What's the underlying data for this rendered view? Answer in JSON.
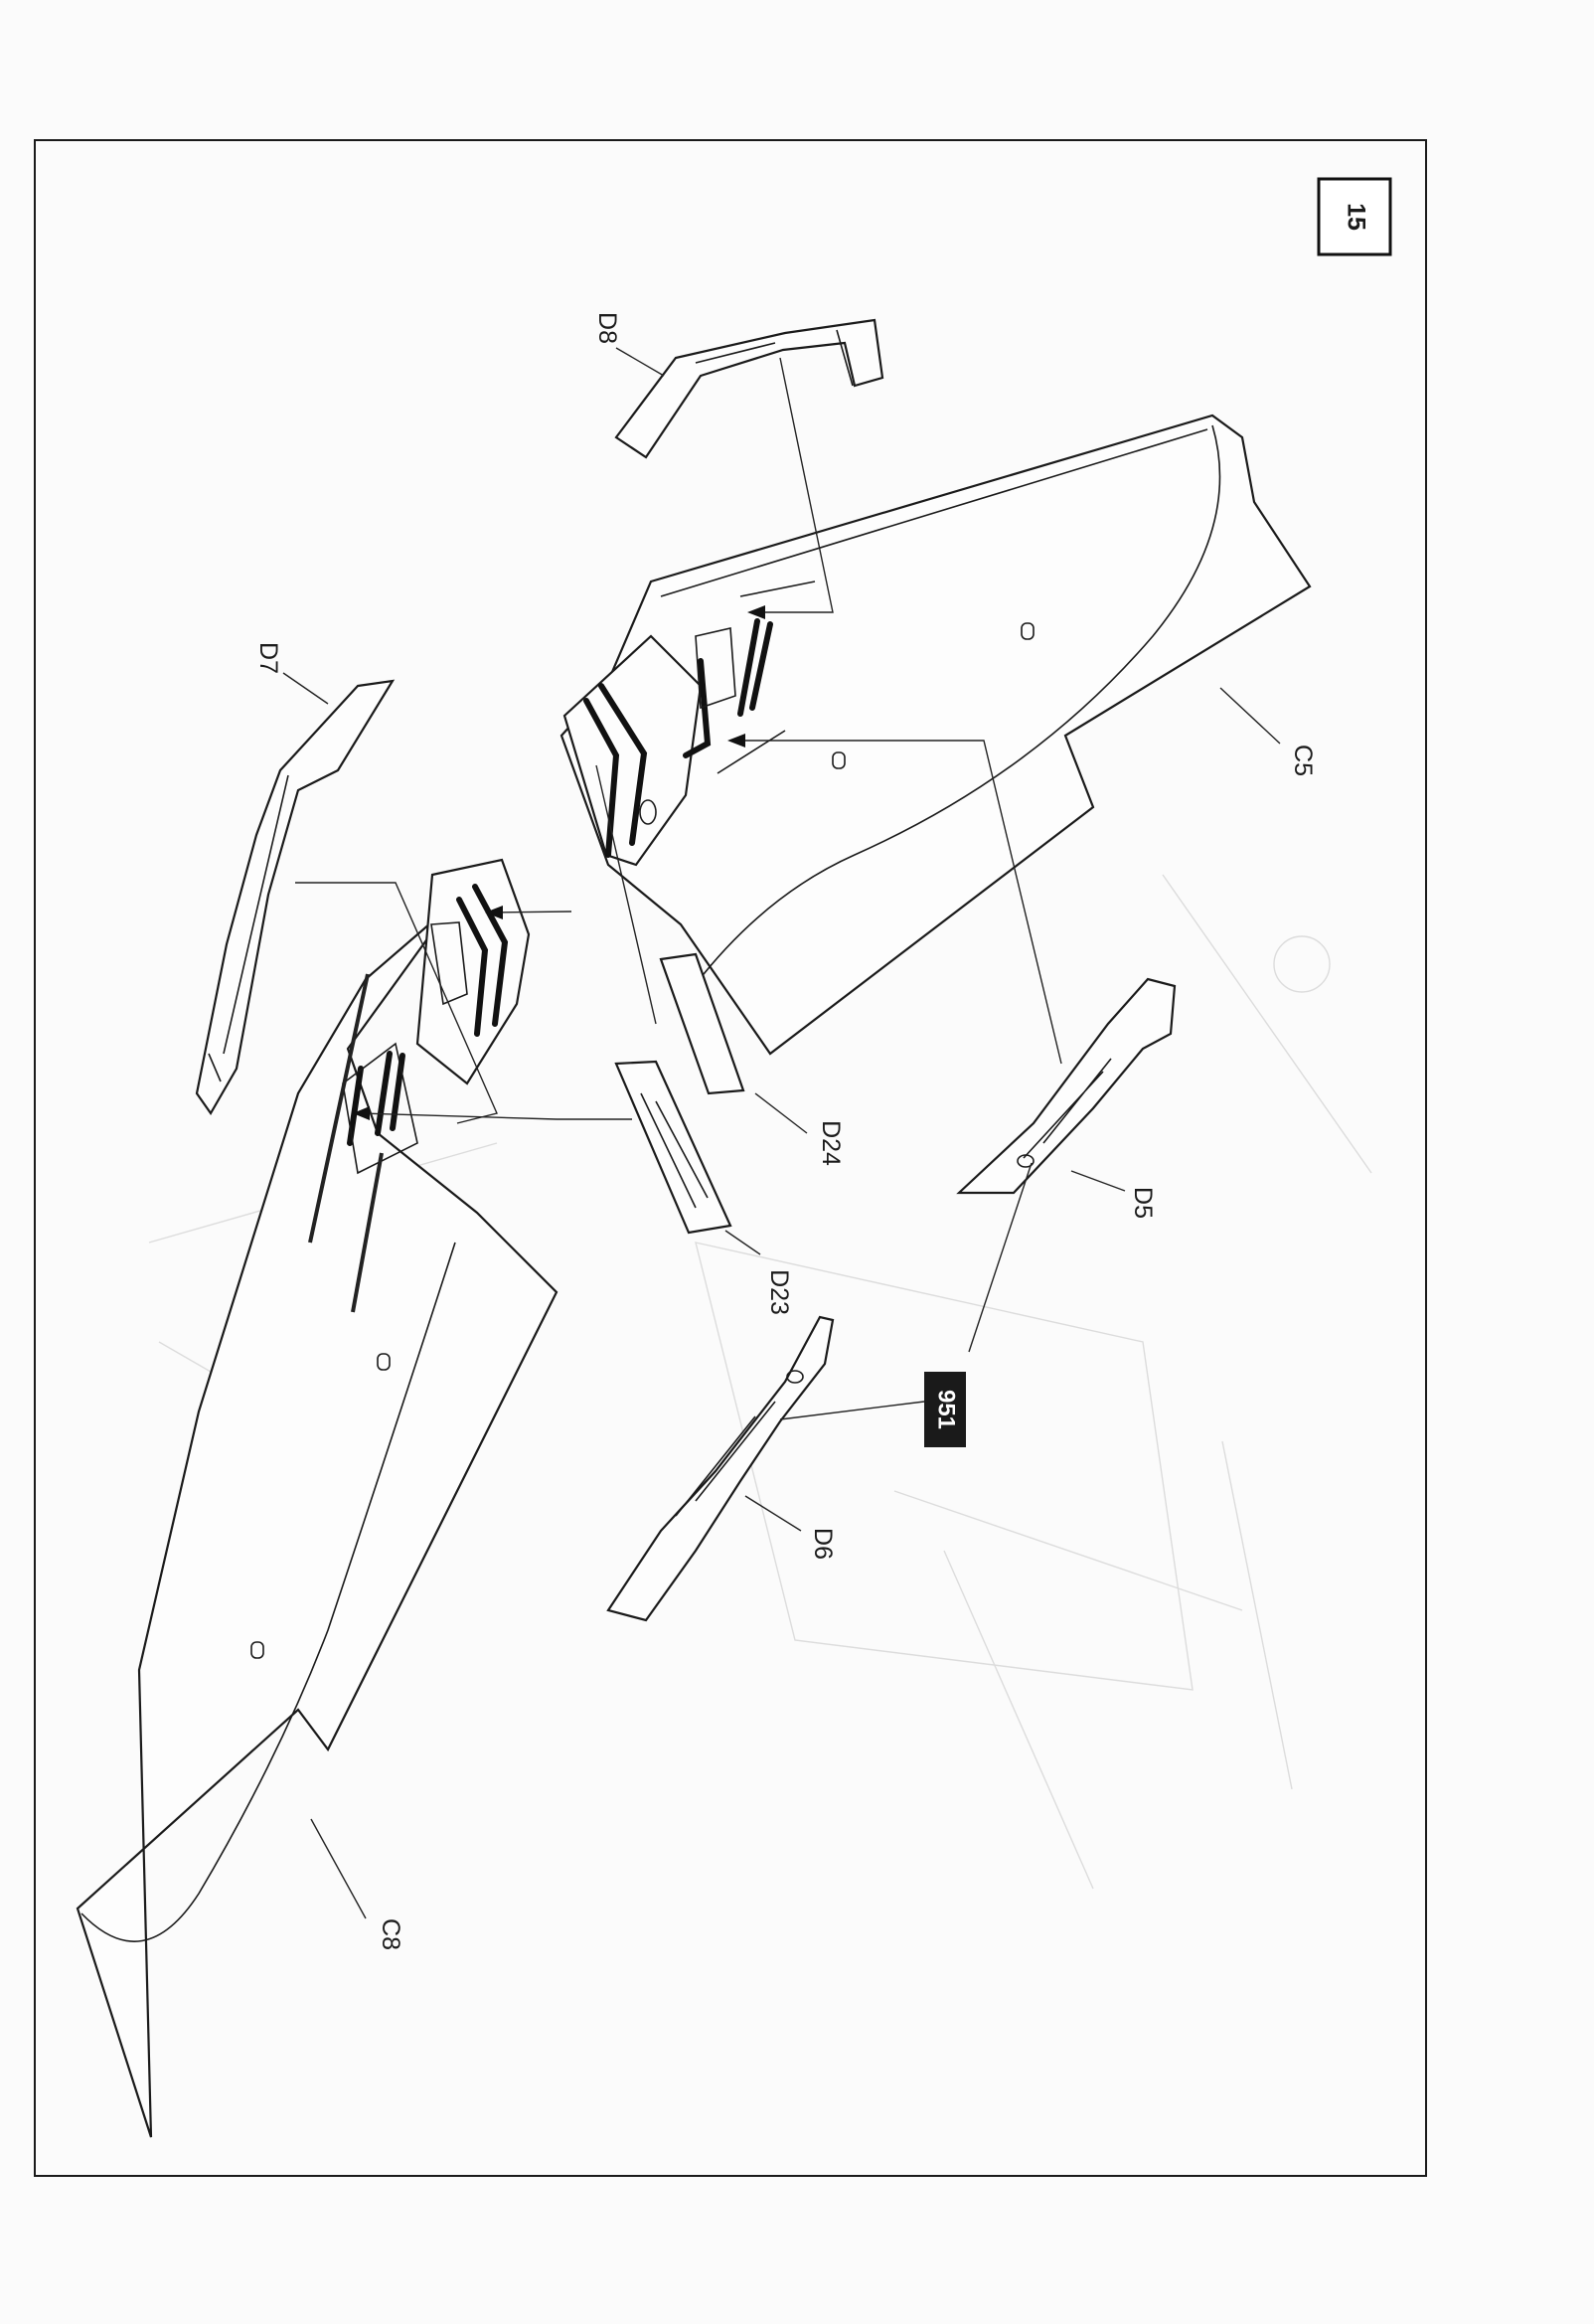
{
  "step": {
    "number": "15"
  },
  "callouts": {
    "c5": "C5",
    "c8": "C8",
    "d5": "D5",
    "d6": "D6",
    "d7": "D7",
    "d8": "D8",
    "d23": "D23",
    "d24": "D24"
  },
  "paint_code": "951",
  "colors": {
    "page": "#fbfbfb",
    "line": "#1a1a1a",
    "badge_fill": "#1a1a1a",
    "badge_text": "#ffffff"
  }
}
